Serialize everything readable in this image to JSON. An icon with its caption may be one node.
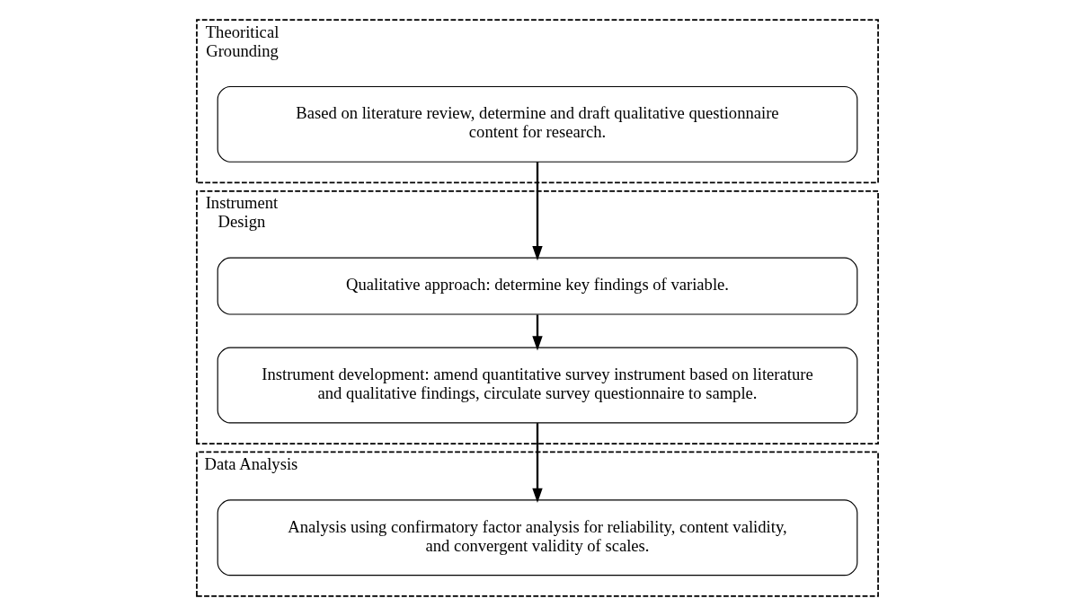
{
  "diagram": {
    "nodes": [
      {
        "text": [
          "Theoritical Grounding"
        ]
      },
      {
        "text": [
          "Based on literature review, determine and draft qualitative questionnaire content for research."
        ],
        "in": 0
      },
      {
        "text": [
          "Instrument Design"
        ]
      },
      {
        "text": [
          "Qualitative approach: determine key findings of variable."
        ],
        "in": 2
      },
      {
        "text": [
          "Instrument development: amend quantitative survey instrument based on literature and qualitative findings, circulate survey questionnaire to sample."
        ],
        "in": 2
      },
      {
        "text": [
          "Data Analysis"
        ]
      },
      {
        "text": [
          "Analysis using confirmatory factor analysis for reliability, content validity, and convergent validity of scales."
        ],
        "in": 5
      }
    ],
    "edges": [
      {
        "from": 1,
        "to": 3,
        "arrow": "to"
      },
      {
        "from": 3,
        "to": 4,
        "arrow": "to"
      },
      {
        "from": 4,
        "to": 6,
        "arrow": "to"
      }
    ]
  }
}
